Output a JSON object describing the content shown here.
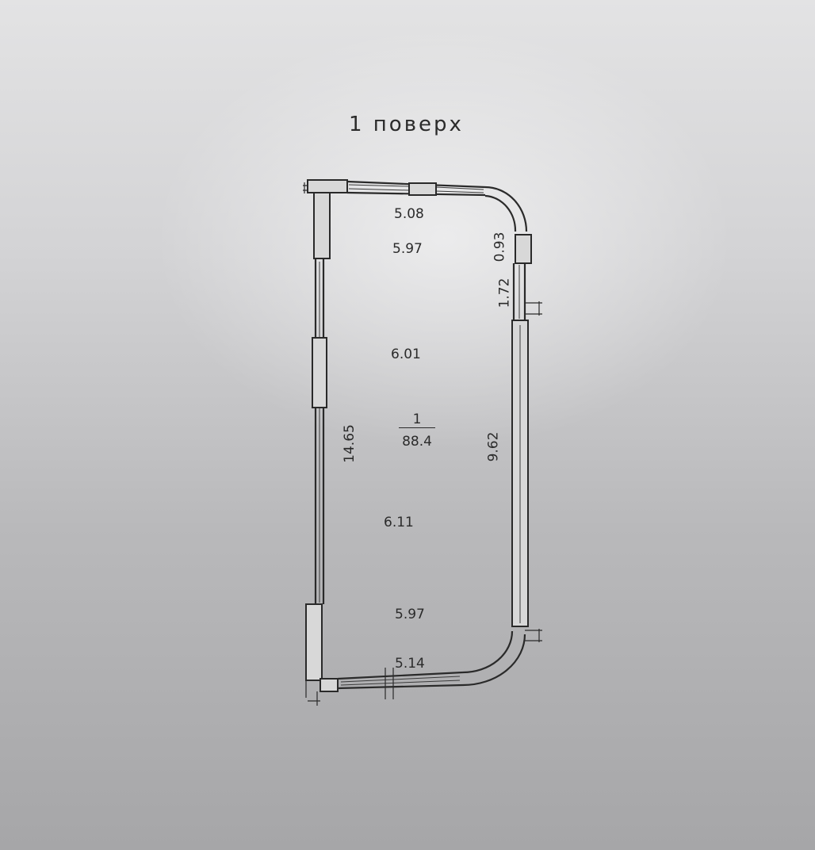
{
  "title": "1 поверх",
  "room": {
    "number": "1",
    "area": "88.4"
  },
  "dimensions": {
    "top_wall": "5.08",
    "width_upper": "5.97",
    "width_mid_upper": "6.01",
    "width_mid_lower": "6.11",
    "width_lower": "5.97",
    "bottom_wall": "5.14",
    "left_wall": "14.65",
    "right_short_upper": "0.93",
    "right_short_lower": "1.72",
    "right_wall": "9.62"
  },
  "colors": {
    "line": "#2a2a2a",
    "paper": "#d3d3d5"
  }
}
